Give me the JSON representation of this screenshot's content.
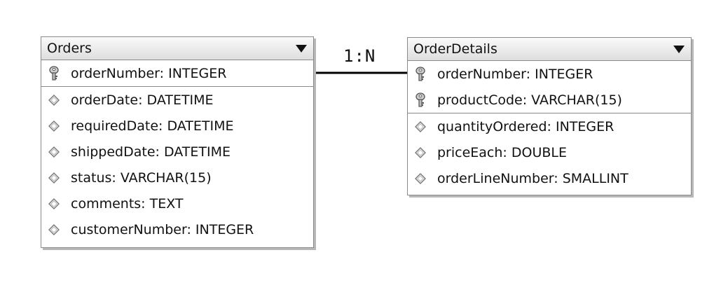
{
  "orders": {
    "title": "Orders",
    "key_fields": [
      {
        "label": "orderNumber: INTEGER",
        "icon": "key-icon"
      }
    ],
    "fields": [
      {
        "label": "orderDate: DATETIME",
        "icon": "diamond-icon"
      },
      {
        "label": "requiredDate: DATETIME",
        "icon": "diamond-icon"
      },
      {
        "label": "shippedDate: DATETIME",
        "icon": "diamond-icon"
      },
      {
        "label": "status: VARCHAR(15)",
        "icon": "diamond-icon"
      },
      {
        "label": "comments: TEXT",
        "icon": "diamond-icon"
      },
      {
        "label": "customerNumber: INTEGER",
        "icon": "diamond-icon"
      }
    ]
  },
  "order_details": {
    "title": "OrderDetails",
    "key_fields": [
      {
        "label": "orderNumber: INTEGER",
        "icon": "key-icon"
      },
      {
        "label": "productCode: VARCHAR(15)",
        "icon": "key-icon"
      }
    ],
    "fields": [
      {
        "label": "quantityOrdered: INTEGER",
        "icon": "diamond-icon"
      },
      {
        "label": "priceEach: DOUBLE",
        "icon": "diamond-icon"
      },
      {
        "label": "orderLineNumber: SMALLINT",
        "icon": "diamond-icon"
      }
    ]
  },
  "relationship": {
    "label": "1:N",
    "color": "#000000"
  }
}
